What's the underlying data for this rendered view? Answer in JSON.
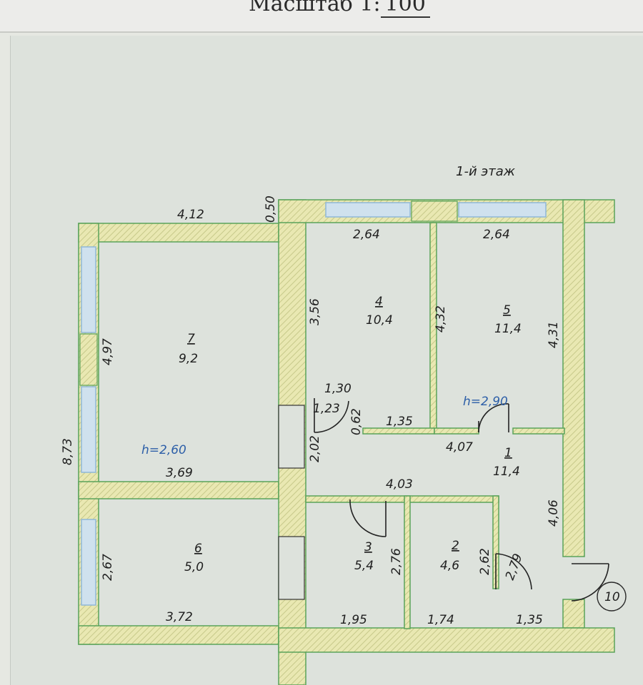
{
  "header": {
    "scale_prefix": "Масштаб 1:",
    "scale_value": "100"
  },
  "floor_label": "1-й этаж",
  "rooms": [
    {
      "number": "1",
      "area": "11,4"
    },
    {
      "number": "2",
      "area": "4,6"
    },
    {
      "number": "3",
      "area": "5,4"
    },
    {
      "number": "4",
      "area": "10,4"
    },
    {
      "number": "5",
      "area": "11,4"
    },
    {
      "number": "6",
      "area": "5,0"
    },
    {
      "number": "7",
      "area": "9,2"
    }
  ],
  "ceiling_heights": {
    "left": "h=2,60",
    "right": "h=2,90"
  },
  "dimensions": {
    "d_4_12": "4,12",
    "d_0_50": "0,50",
    "d_2_64_a": "2,64",
    "d_2_64_b": "2,64",
    "d_8_73": "8,73",
    "d_4_97": "4,97",
    "d_3_56": "3,56",
    "d_4_32": "4,32",
    "d_4_31": "4,31",
    "d_1_30": "1,30",
    "d_1_23": "1,23",
    "d_0_62": "0,62",
    "d_1_35_a": "1,35",
    "d_2_02": "2,02",
    "d_4_07": "4,07",
    "d_3_69": "3,69",
    "d_4_03": "4,03",
    "d_4_06": "4,06",
    "d_2_67": "2,67",
    "d_2_76": "2,76",
    "d_2_62": "2,62",
    "d_2_79": "2,79",
    "d_3_72": "3,72",
    "d_1_95": "1,95",
    "d_1_74": "1,74",
    "d_1_35_b": "1,35"
  },
  "entrance_marker": "10",
  "colors": {
    "wall_fill": "#e9e8b2",
    "wall_hatch": "#c7c98a",
    "wall_edge": "#5aa35a",
    "window": "#8fb7d8",
    "ink": "#1f1f1f",
    "blue_text": "#2d5fa8"
  }
}
